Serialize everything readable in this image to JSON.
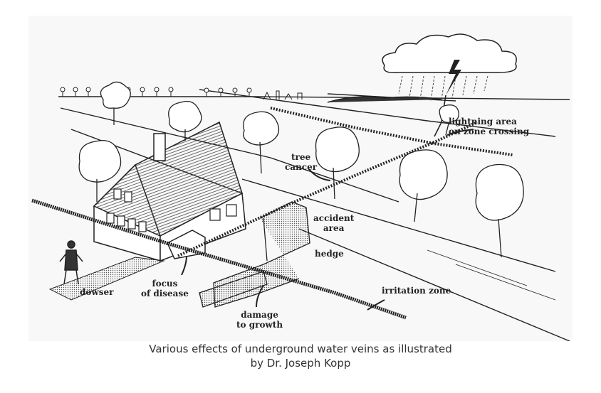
{
  "labels": {
    "lightning_line1": "lightning area",
    "lightning_line2": "on zone crossing",
    "tree_cancer_line1": "tree",
    "tree_cancer_line2": "cancer",
    "accident_line1": "accident",
    "accident_line2": "area",
    "hedge": "hedge",
    "focus_line1": "focus",
    "focus_line2": "of disease",
    "dowser": "dowser",
    "damage_line1": "damage",
    "damage_line2": "to growth",
    "irritation": "irritation zone"
  },
  "caption": {
    "line1": "Various effects of underground water veins as illustrated",
    "line2": "by Dr. Joseph Kopp"
  },
  "colors": {
    "ink": "#222222",
    "paper": "#f8f8f8",
    "caption": "#333333"
  }
}
